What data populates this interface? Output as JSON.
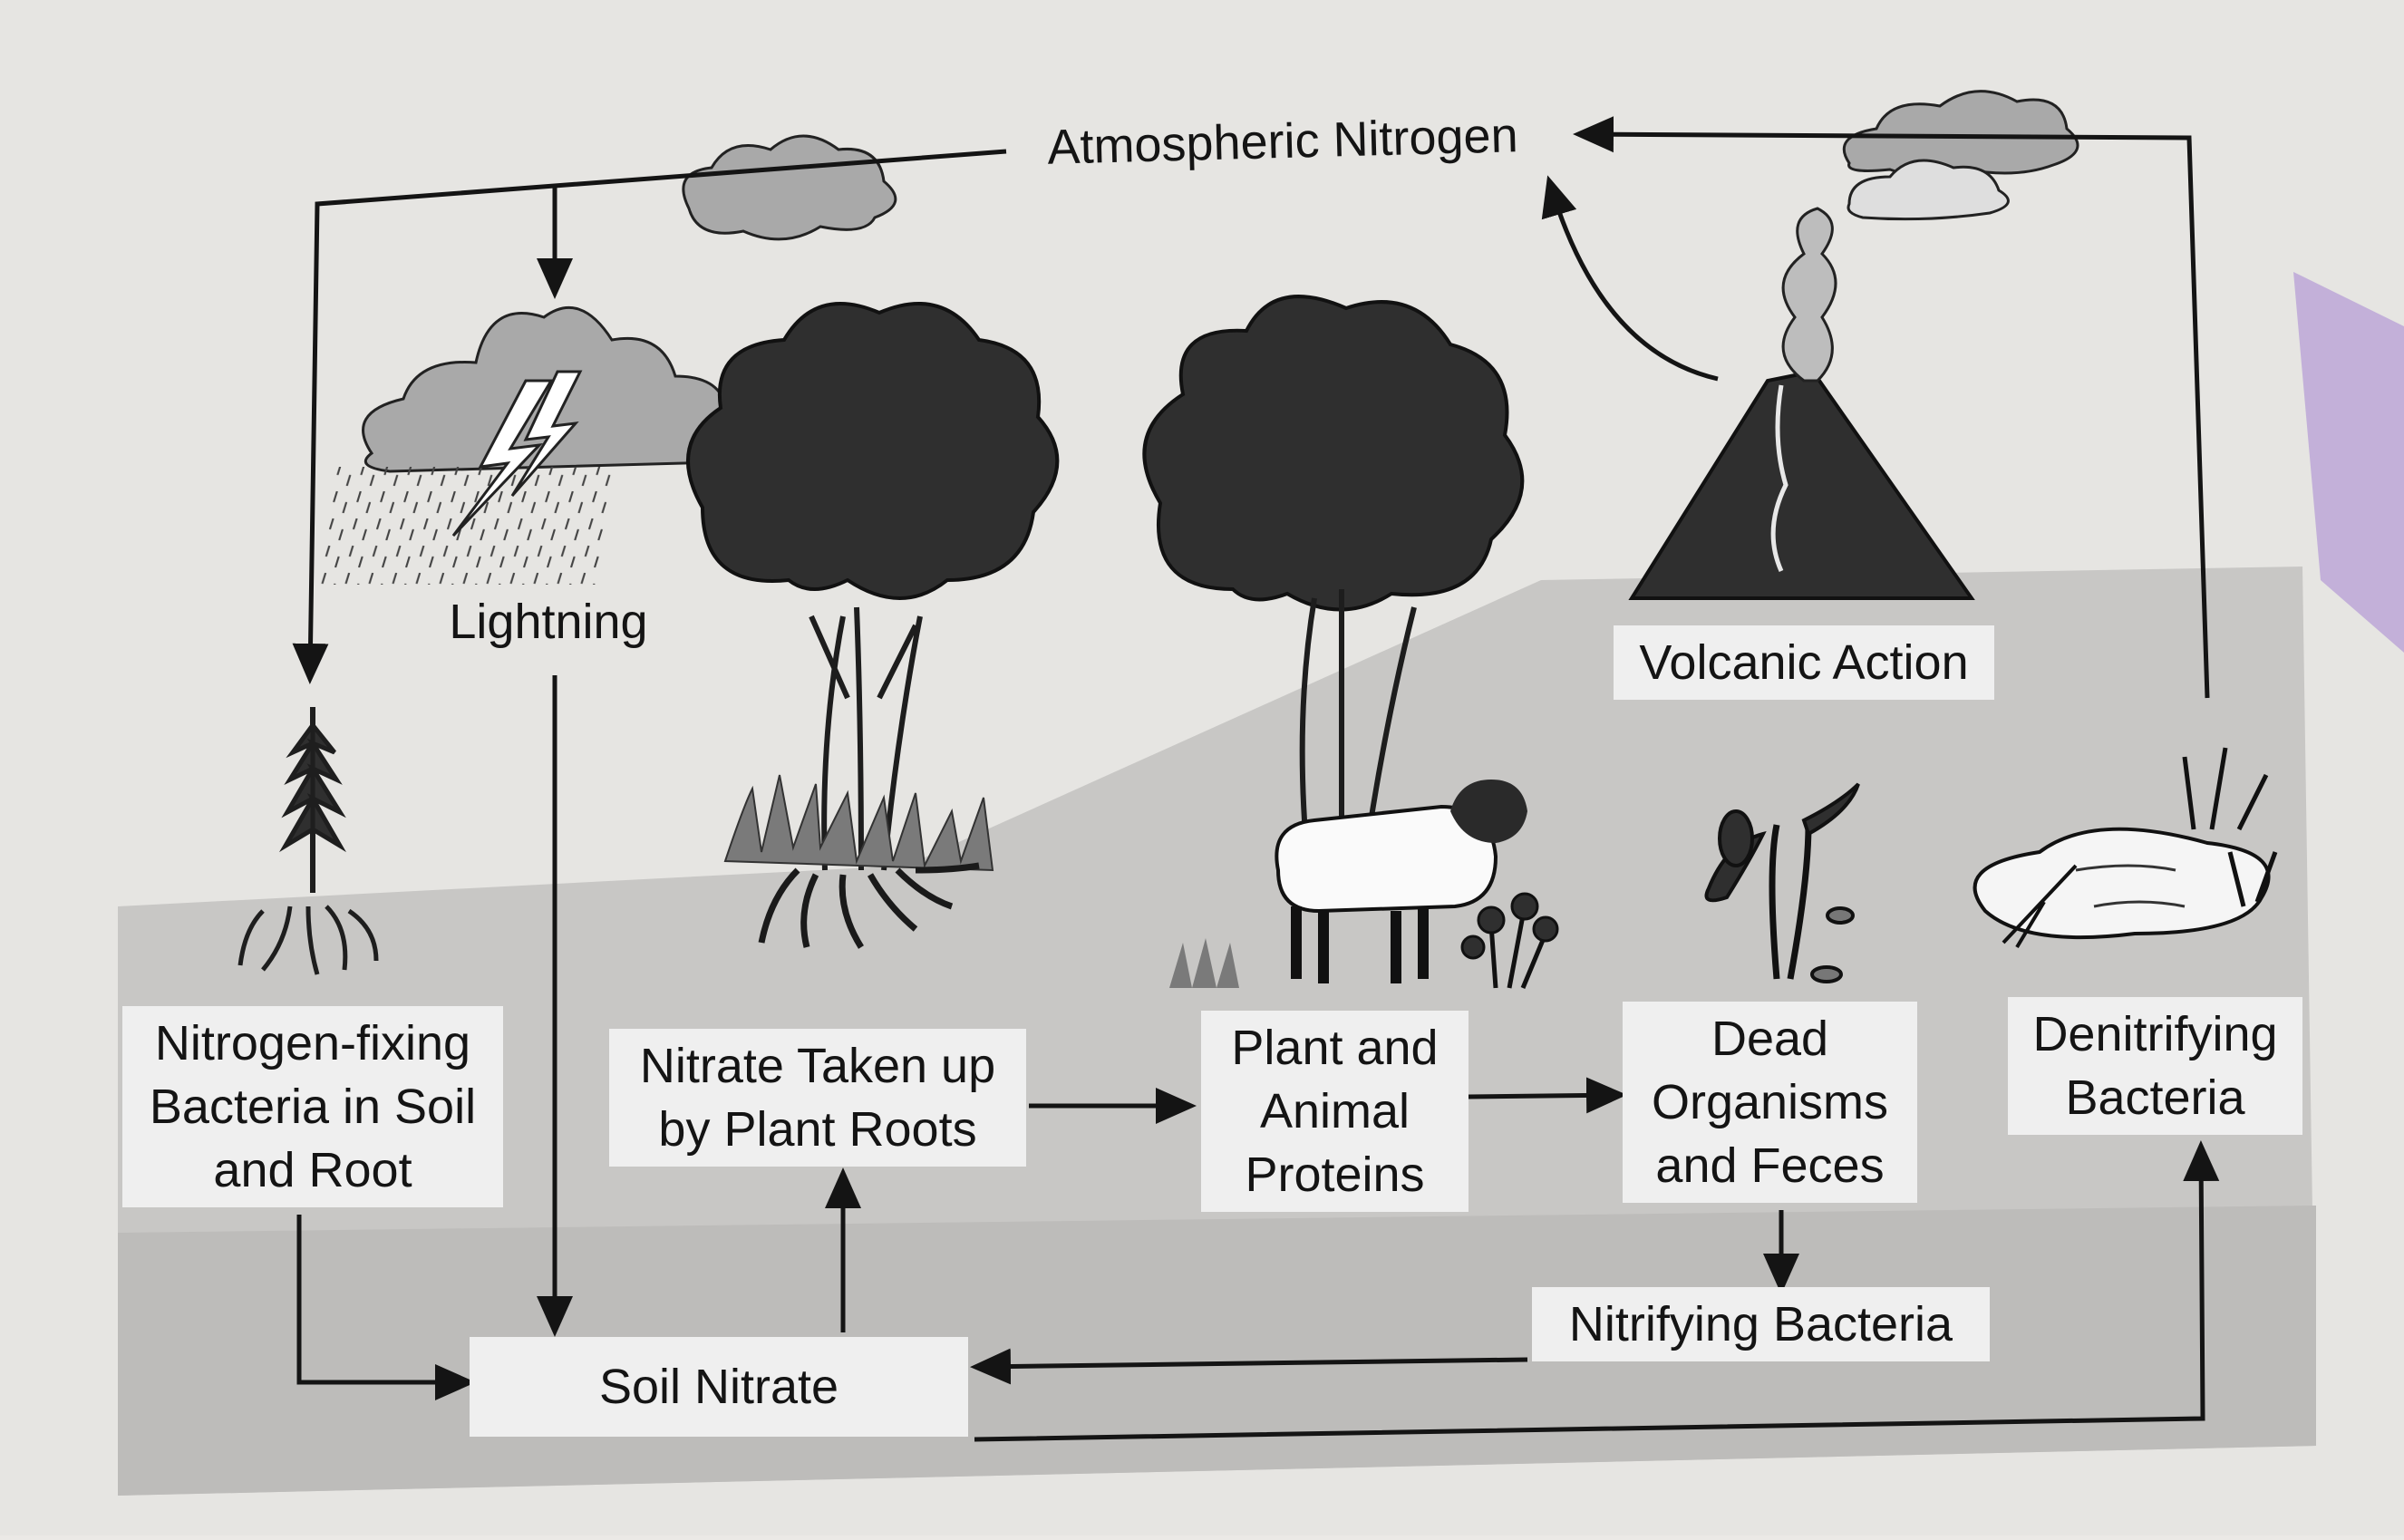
{
  "diagram": {
    "labels": {
      "atmospheric_nitrogen": "Atmospheric Nitrogen",
      "lightning": "Lightning",
      "volcanic_action": "Volcanic Action",
      "nitrogen_fixing": "Nitrogen-fixing\nBacteria in Soil\nand Root",
      "nitrate_uptake": "Nitrate Taken up\nby Plant Roots",
      "proteins": "Plant and\nAnimal\nProteins",
      "dead_organisms": "Dead\nOrganisms\nand Feces",
      "denitrifying": "Denitrifying\nBacteria",
      "nitrifying": "Nitrifying Bacteria",
      "soil_nitrate": "Soil Nitrate"
    },
    "colors": {
      "page": "#ebe9e6",
      "sky": "#dcdbd9",
      "ground": "#c6c5c3",
      "ground_dark": "#b2b1af",
      "label_bg": "#efefef",
      "ink": "#141414",
      "foliage": "#2f2f2f",
      "cloud": "#a9a9a9"
    },
    "icons": [
      "cloud-icon",
      "storm-cloud-icon",
      "lightning-bolt-icon",
      "tree-icon",
      "sheep-icon",
      "volcano-icon",
      "wilted-plant-icon",
      "pond-icon",
      "weed-plant-icon"
    ]
  }
}
